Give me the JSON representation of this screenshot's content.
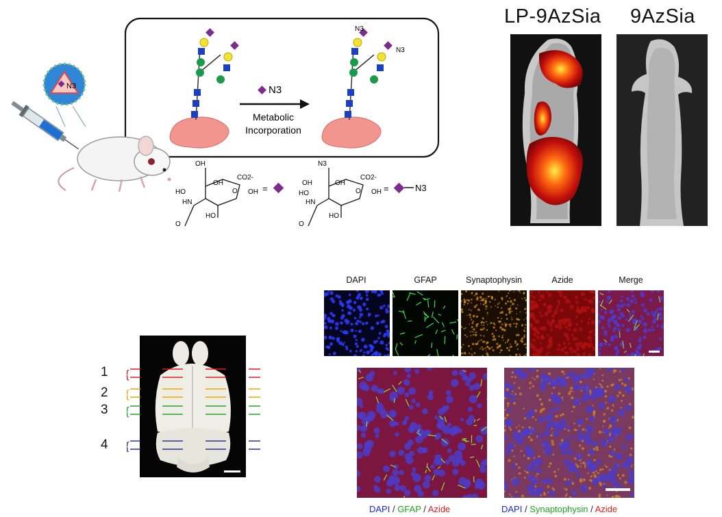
{
  "scheme": {
    "azide_label": "N3",
    "arrow_label_line1": "Metabolic",
    "arrow_label_line2": "Incorporation",
    "equals": "=",
    "sialic_acid_label": "CO2-",
    "sialic_groups": [
      "OH",
      "OH",
      "HO",
      "HN",
      "HO",
      "O",
      "OH"
    ],
    "azido_groups": [
      "N3",
      "OH",
      "OH",
      "HO",
      "HN",
      "HO",
      "O",
      "OH"
    ],
    "carbonyl_o": "O"
  },
  "imaging": {
    "left_title": "LP-9AzSia",
    "right_title": "9AzSia"
  },
  "brain": {
    "regions": [
      "1",
      "2",
      "3",
      "4"
    ],
    "region_colors": [
      "#e41a1c",
      "#f4a300",
      "#2ca02c",
      "#2b2f9e"
    ]
  },
  "channels": {
    "labels": [
      "DAPI",
      "GFAP",
      "Synaptophysin",
      "Azide",
      "Merge"
    ]
  },
  "merge_captions": {
    "left": [
      {
        "text": "DAPI",
        "color": "#1a2bd6"
      },
      {
        "text": " / ",
        "color": "#222222"
      },
      {
        "text": "GFAP",
        "color": "#1fa31f"
      },
      {
        "text": " / ",
        "color": "#222222"
      },
      {
        "text": "Azide",
        "color": "#e01b1b"
      }
    ],
    "right": [
      {
        "text": "DAPI",
        "color": "#1a2bd6"
      },
      {
        "text": " / ",
        "color": "#222222"
      },
      {
        "text": "Synaptophysin",
        "color": "#1fa31f"
      },
      {
        "text": " / ",
        "color": "#222222"
      },
      {
        "text": "Azide",
        "color": "#e01b1b"
      }
    ]
  }
}
